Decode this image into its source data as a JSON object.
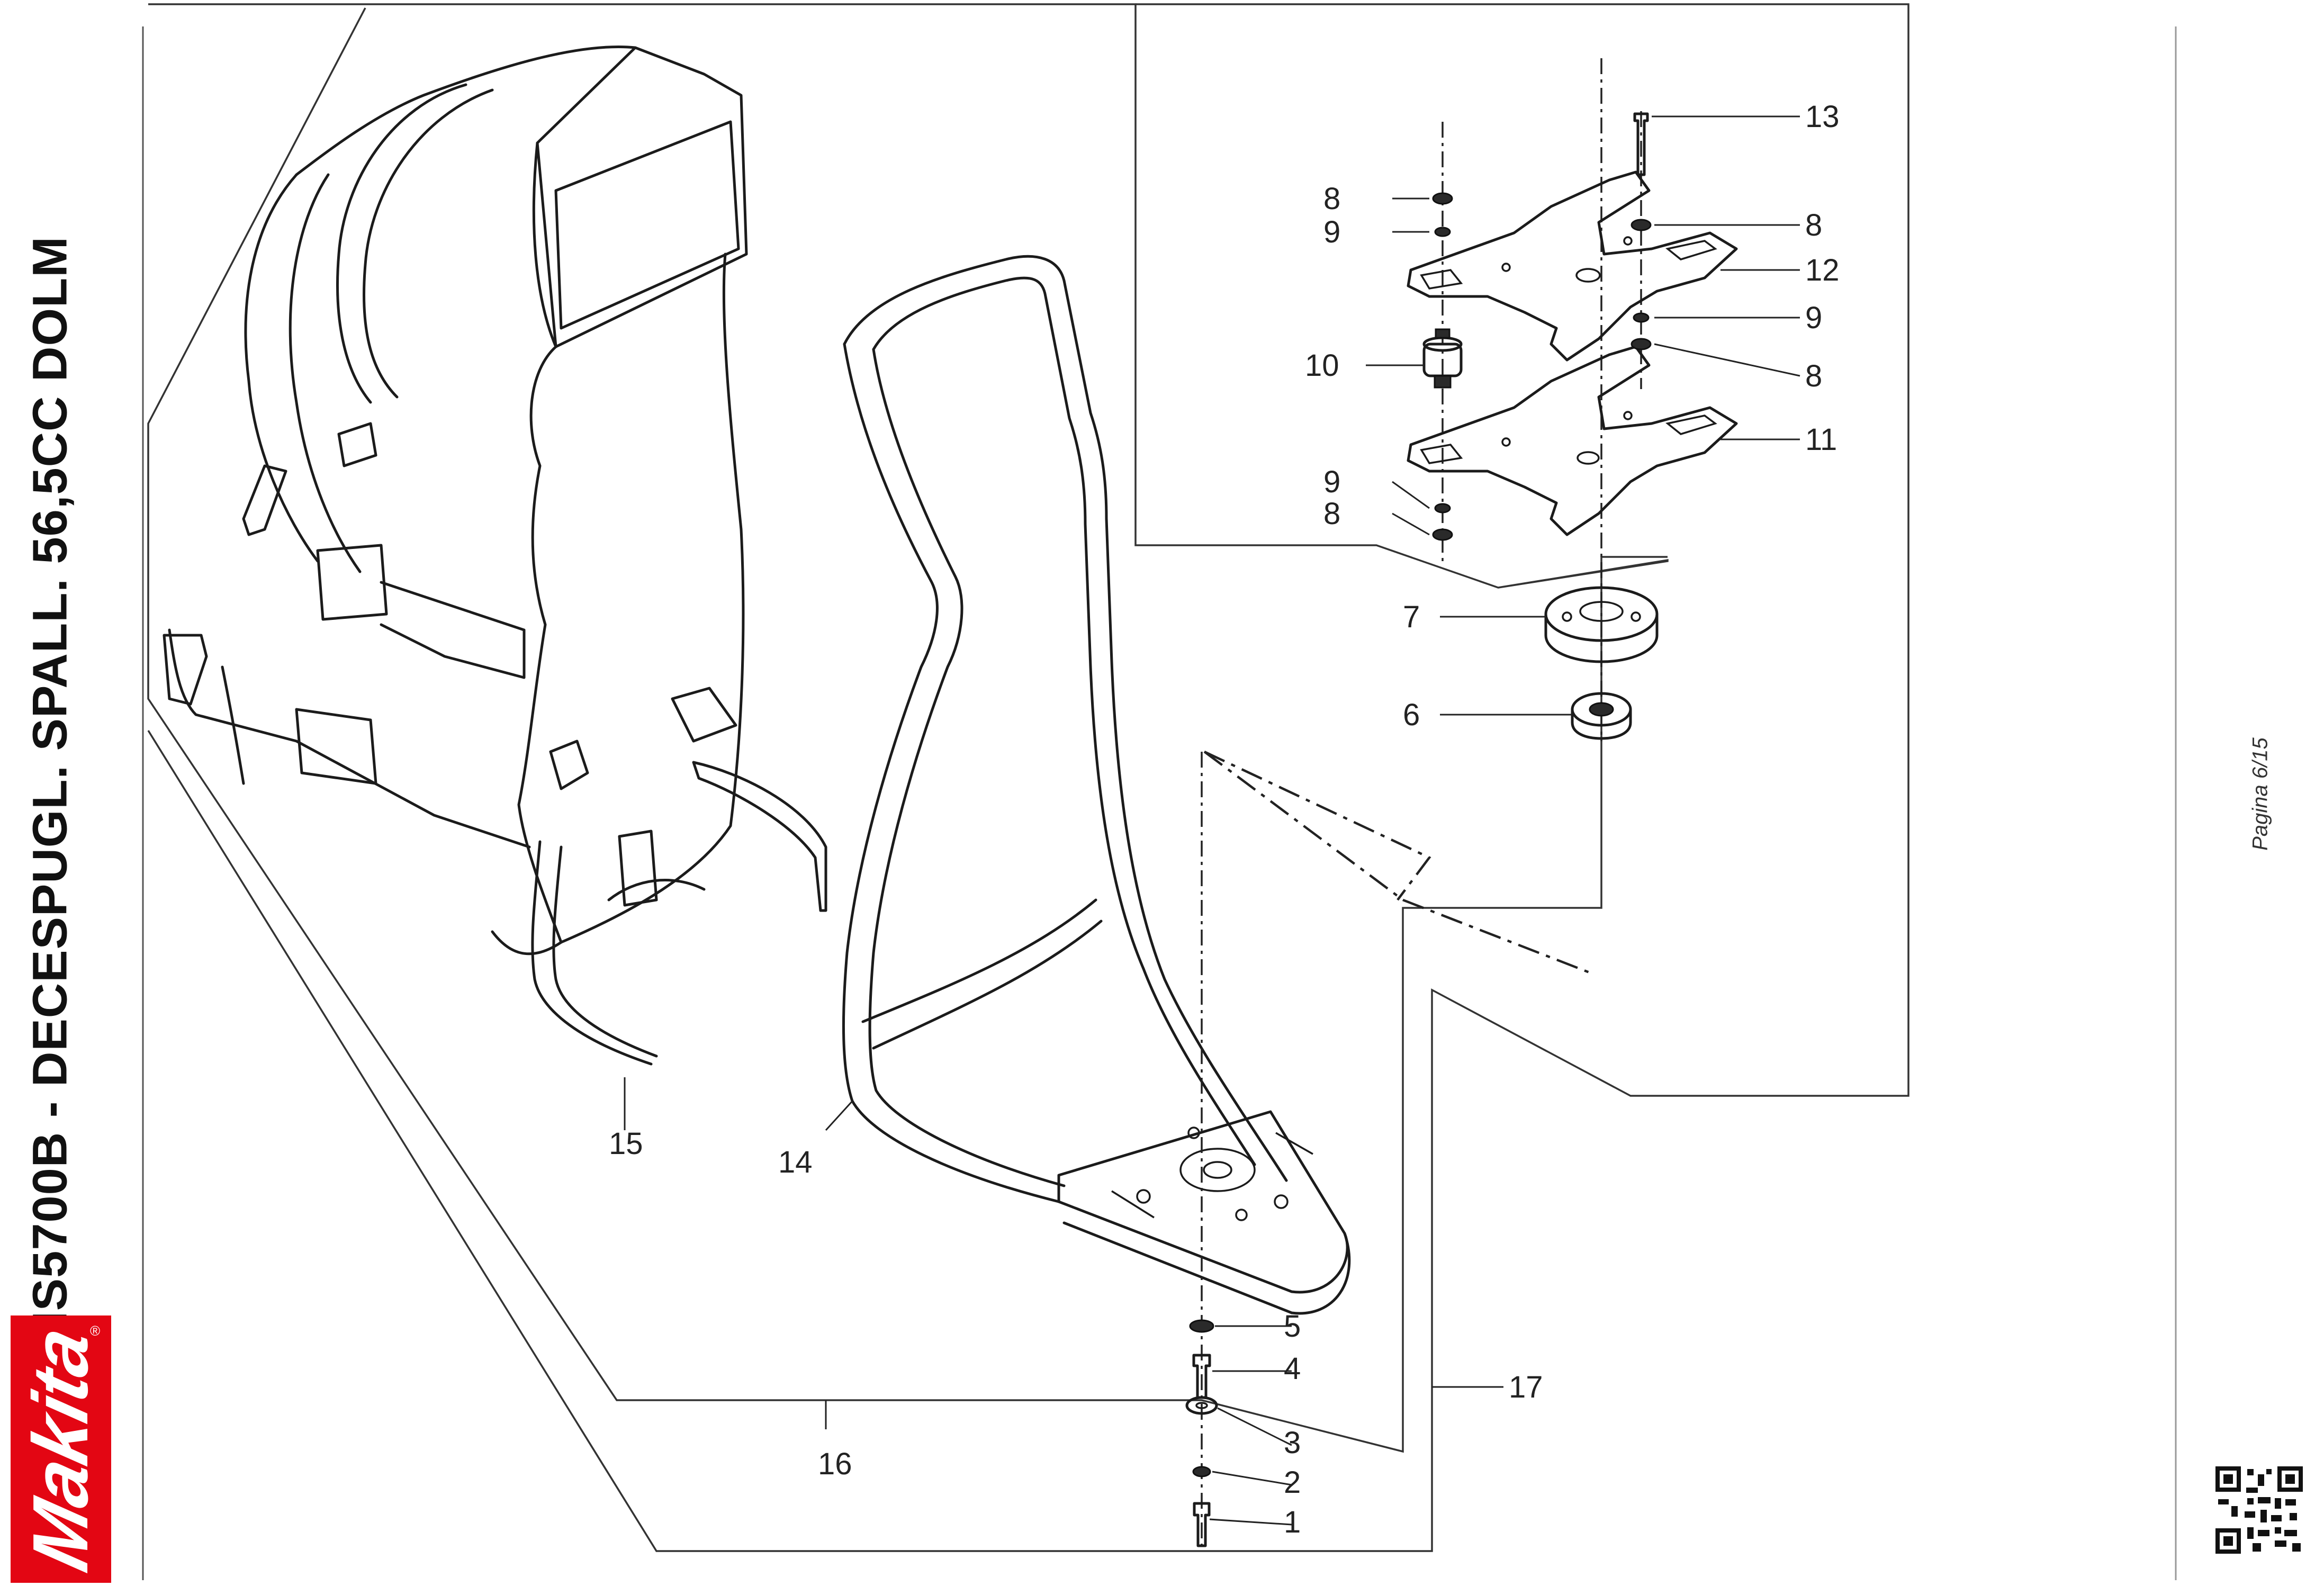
{
  "document": {
    "title": "MS5700B - DECESPUGL. SPALL. 56,5CC DOLM",
    "page_label": "Pagina 6/15",
    "brand": "Makita",
    "brand_mark": "®",
    "brand_color": "#e30613"
  },
  "diagram": {
    "callouts": [
      {
        "id": "c1",
        "label": "1"
      },
      {
        "id": "c2",
        "label": "2"
      },
      {
        "id": "c3",
        "label": "3"
      },
      {
        "id": "c4",
        "label": "4"
      },
      {
        "id": "c5",
        "label": "5"
      },
      {
        "id": "c6",
        "label": "6"
      },
      {
        "id": "c7",
        "label": "7"
      },
      {
        "id": "c8a",
        "label": "8"
      },
      {
        "id": "c8b",
        "label": "8"
      },
      {
        "id": "c8c",
        "label": "8"
      },
      {
        "id": "c8d",
        "label": "8"
      },
      {
        "id": "c9a",
        "label": "9"
      },
      {
        "id": "c9b",
        "label": "9"
      },
      {
        "id": "c9c",
        "label": "9"
      },
      {
        "id": "c10",
        "label": "10"
      },
      {
        "id": "c11",
        "label": "11"
      },
      {
        "id": "c12",
        "label": "12"
      },
      {
        "id": "c13",
        "label": "13"
      },
      {
        "id": "c14",
        "label": "14"
      },
      {
        "id": "c15",
        "label": "15"
      },
      {
        "id": "c16",
        "label": "16"
      },
      {
        "id": "c17",
        "label": "17"
      }
    ]
  },
  "icons": {
    "qr": "qr-code-icon",
    "logo": "makita-logo"
  }
}
